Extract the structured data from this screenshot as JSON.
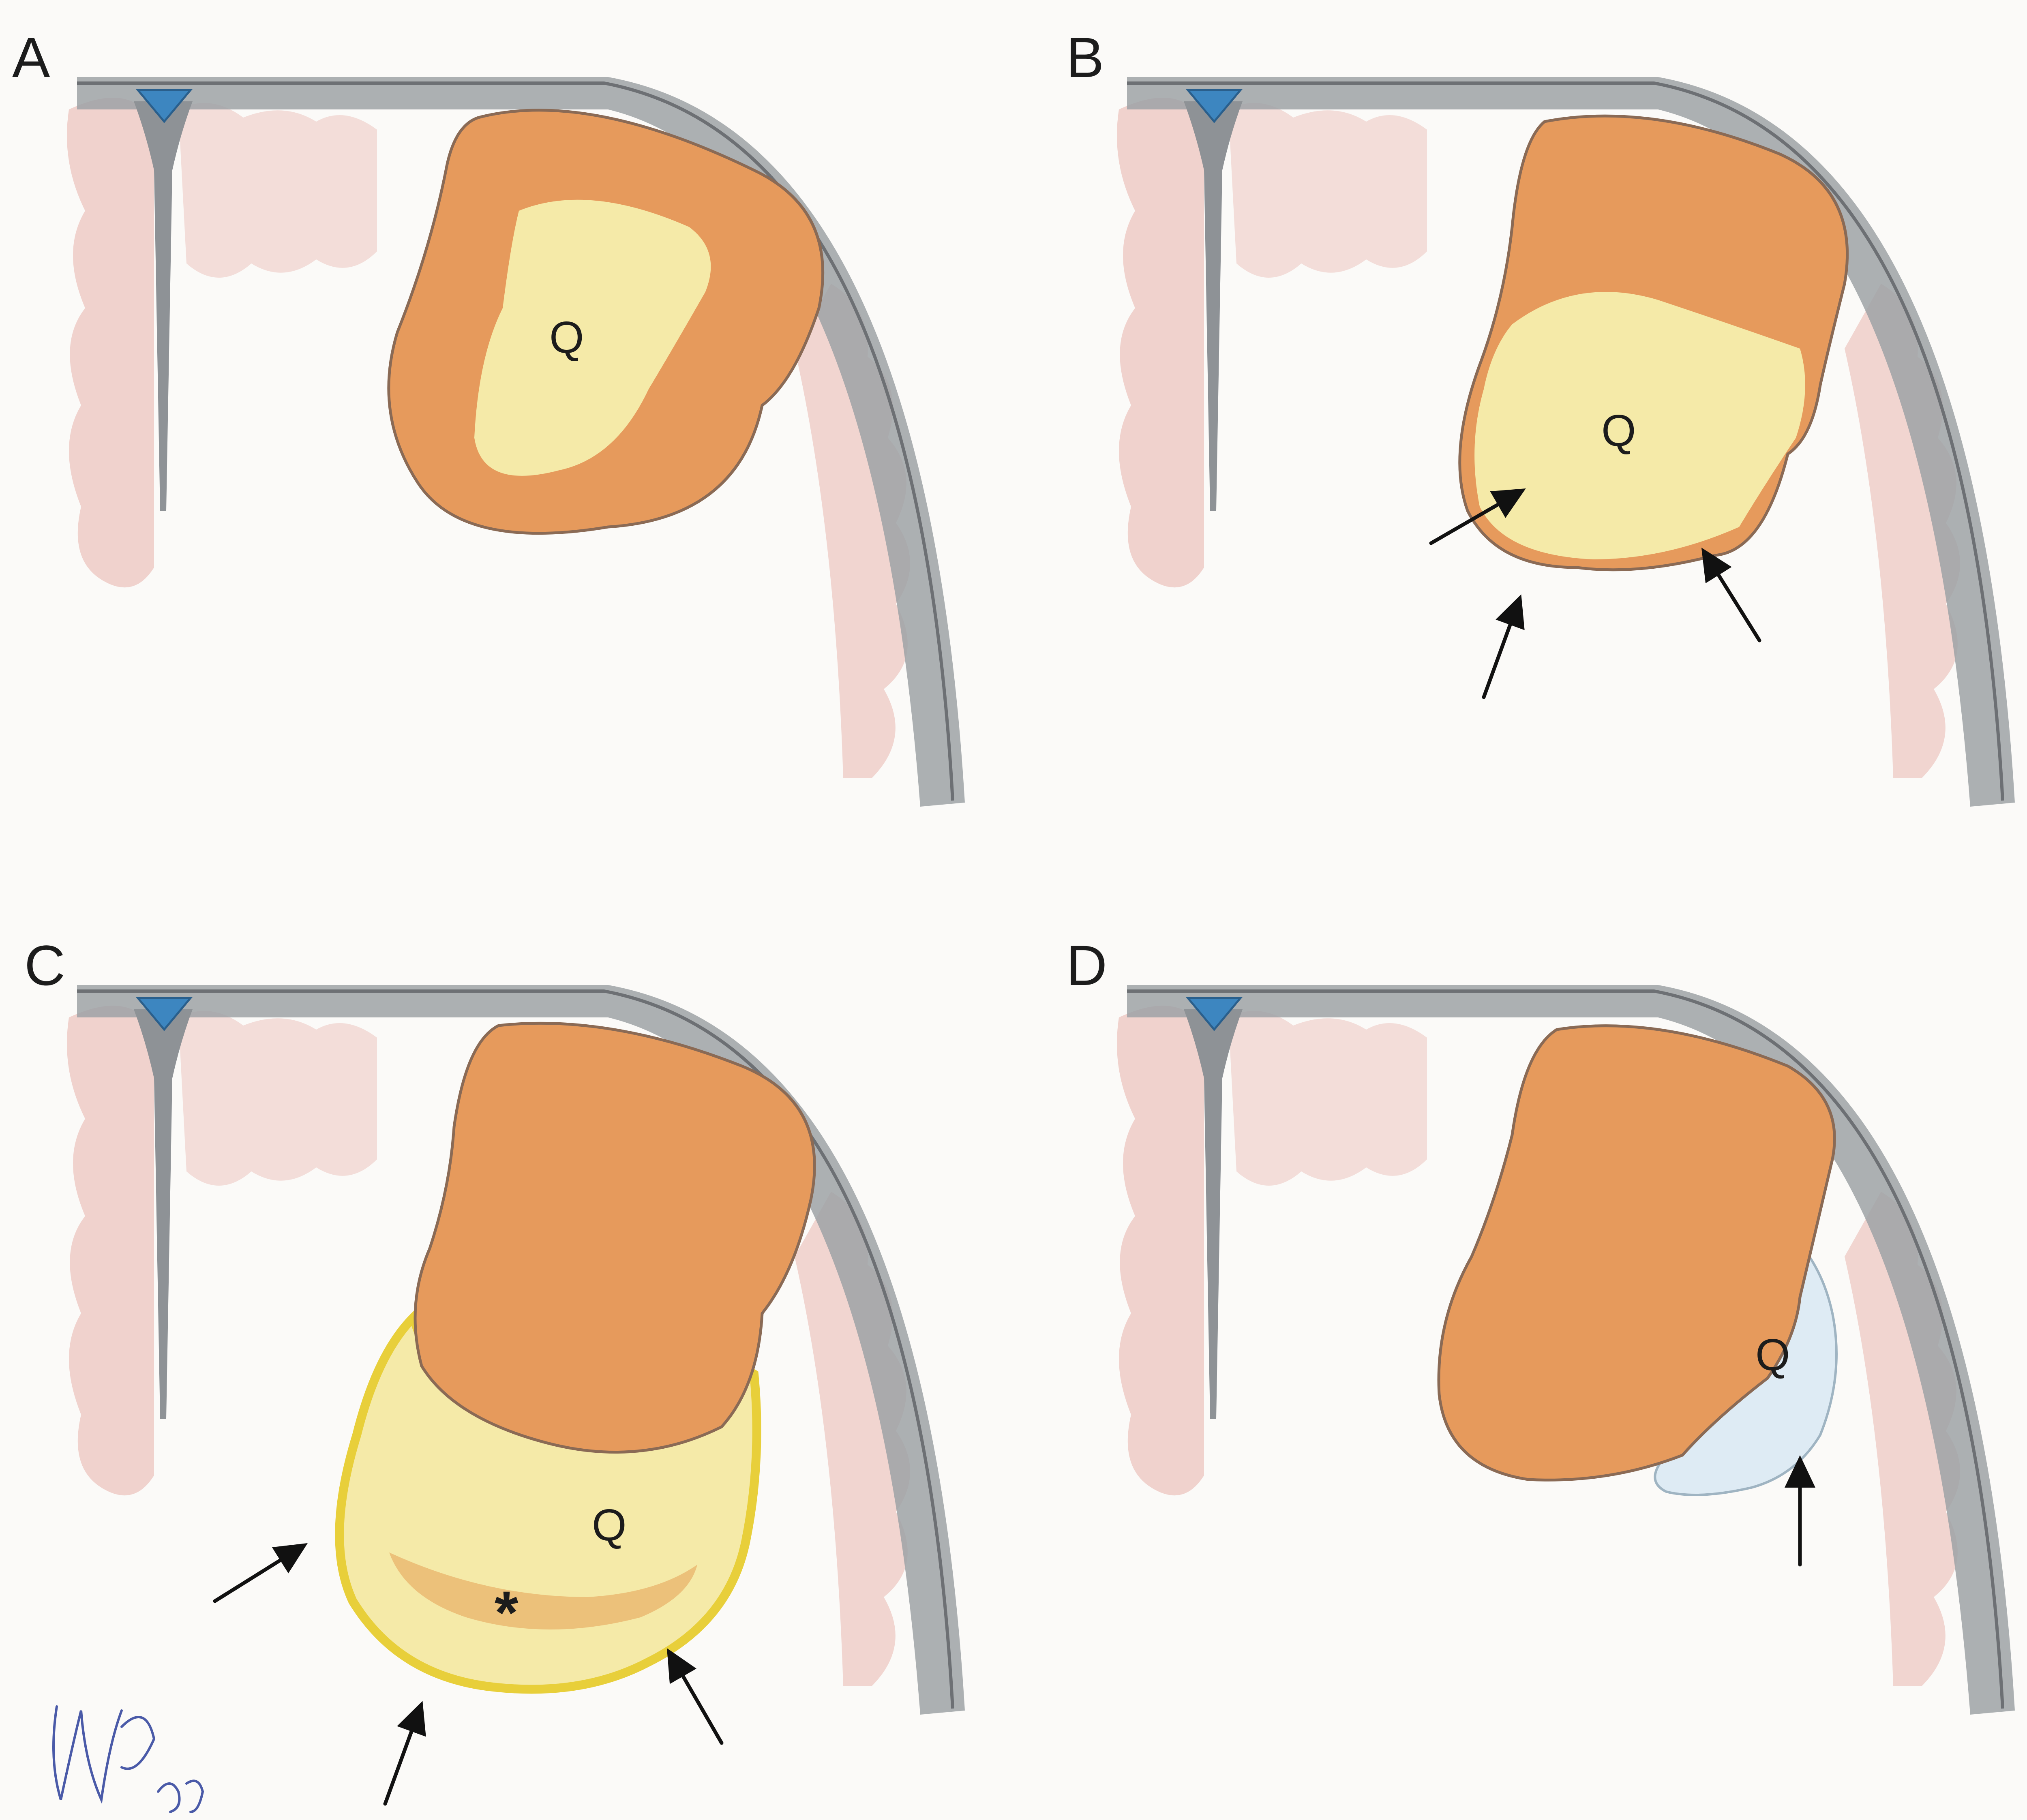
{
  "panels": [
    {
      "id": "A",
      "label": "A",
      "tumor_label": "Q"
    },
    {
      "id": "B",
      "label": "B",
      "tumor_label": "Q"
    },
    {
      "id": "C",
      "label": "C",
      "tumor_label": "Q",
      "marker": "*"
    },
    {
      "id": "D",
      "label": "D",
      "tumor_label": "Q"
    }
  ],
  "colors": {
    "tumor_orange": "#e69a5c",
    "cyst_yellow": "#f5eaa8",
    "cyst_blue": "#deebf4",
    "brain_pink": "#ecc4bf",
    "skull_gray": "#9ea2a6",
    "sinus_blue": "#3d86c0",
    "capsule_yellow": "#e8cf3a"
  }
}
